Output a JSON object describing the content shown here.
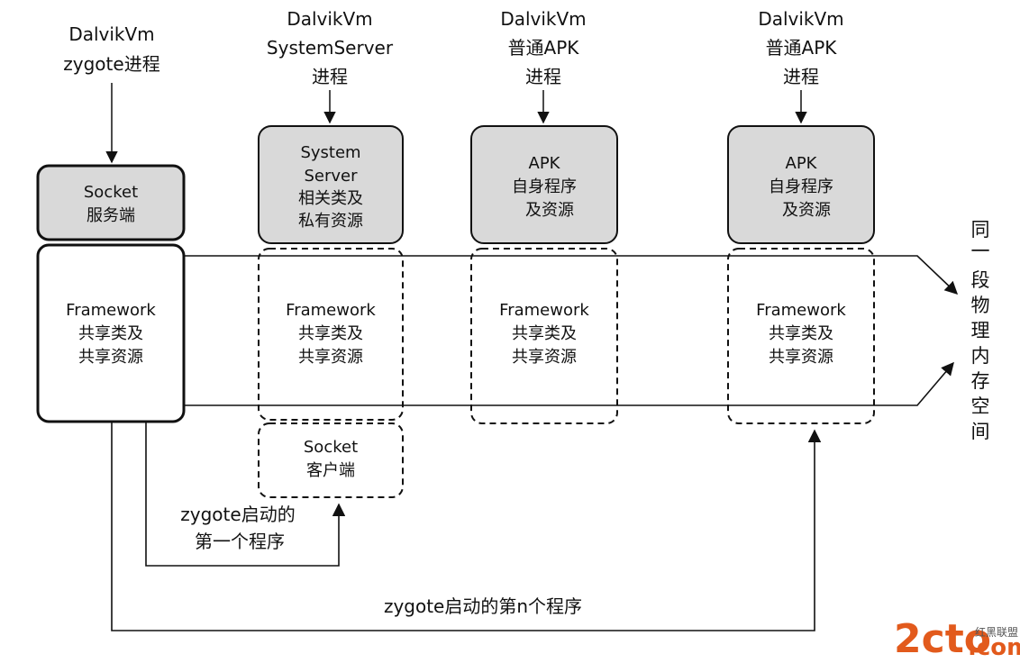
{
  "headers": {
    "zygote": [
      "DalvikVm",
      "zygote进程"
    ],
    "system_server": [
      "DalvikVm",
      "SystemServer",
      "进程"
    ],
    "apk1": [
      "DalvikVm",
      "普通APK",
      "进程"
    ],
    "apk2": [
      "DalvikVm",
      "普通APK",
      "进程"
    ]
  },
  "boxes": {
    "socket_server": [
      "Socket",
      "服务端"
    ],
    "framework": [
      "Framework",
      "共享类及",
      "共享资源"
    ],
    "system_server_private": [
      "System",
      "Server",
      "相关类及",
      "私有资源"
    ],
    "apk_private": [
      "APK",
      "自身程序",
      "及资源"
    ],
    "socket_client": [
      "Socket",
      "客户端"
    ]
  },
  "labels": {
    "first_program": [
      "zygote启动的",
      "第一个程序"
    ],
    "nth_program": "zygote启动的第n个程序",
    "shared_memory": [
      "同",
      "一",
      "段",
      "物",
      "理",
      "内",
      "存",
      "空",
      "间"
    ]
  },
  "watermark": {
    "main": "2cto",
    "suffix": ".com",
    "small": "红黑联盟"
  },
  "colors": {
    "box_fill": "#d9d9d9",
    "stroke": "#111111",
    "watermark": "#e25a1c"
  }
}
